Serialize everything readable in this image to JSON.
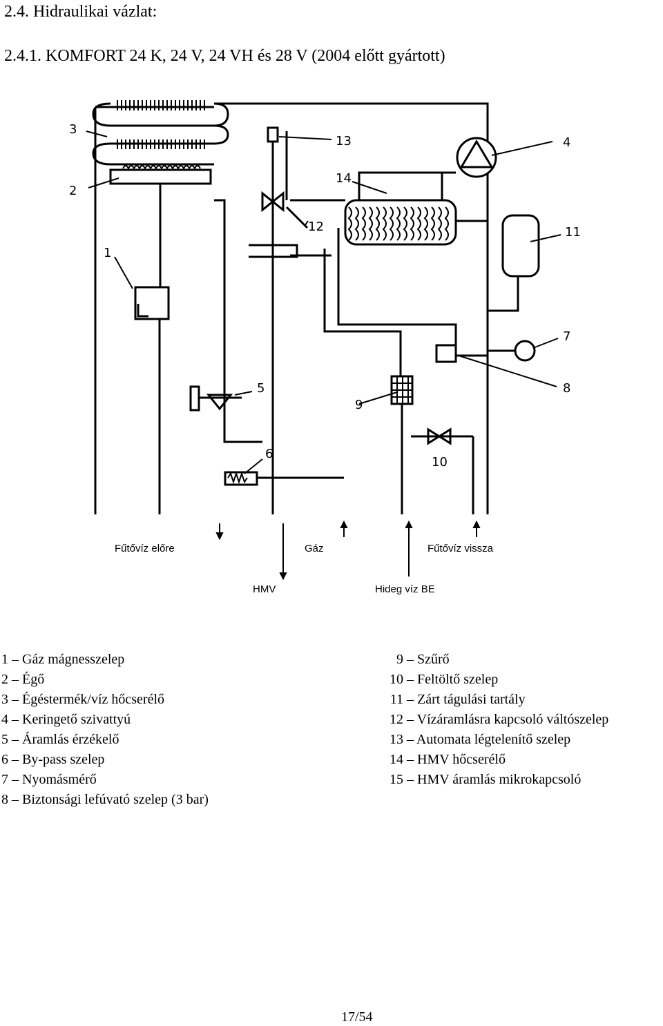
{
  "heading": {
    "section": "2.4. Hidraulikai vázlat:",
    "subsection": "2.4.1. KOMFORT 24 K, 24 V, 24 VH és 28 V (2004 előtt gyártott)"
  },
  "diagram": {
    "callouts": [
      "1",
      "2",
      "3",
      "4",
      "5",
      "6",
      "7",
      "8",
      "9",
      "10",
      "11",
      "12",
      "13",
      "14"
    ],
    "connections": {
      "futovz_elore": "Fűtővíz előre",
      "gaz": "Gáz",
      "futovz_vissza": "Fűtővíz vissza",
      "hmv": "HMV",
      "hideg_viz": "Hideg víz BE"
    }
  },
  "legend": {
    "left": [
      {
        "num": "1",
        "text": "Gáz mágnesszelep"
      },
      {
        "num": "2",
        "text": "Égő"
      },
      {
        "num": "3",
        "text": "Égéstermék/víz hőcserélő"
      },
      {
        "num": "4",
        "text": "Keringető szivattyú"
      },
      {
        "num": "5",
        "text": "Áramlás érzékelő"
      },
      {
        "num": "6",
        "text": "By-pass szelep"
      },
      {
        "num": "7",
        "text": "Nyomásmérő"
      },
      {
        "num": "8",
        "text": "Biztonsági lefúvató szelep (3 bar)"
      }
    ],
    "right": [
      {
        "num": "9",
        "text": "Szűrő"
      },
      {
        "num": "10",
        "text": "Feltöltő szelep"
      },
      {
        "num": "11",
        "text": "Zárt tágulási tartály"
      },
      {
        "num": "12",
        "text": "Vízáramlásra kapcsoló váltószelep"
      },
      {
        "num": "13",
        "text": "Automata légtelenítő szelep"
      },
      {
        "num": "14",
        "text": "HMV hőcserélő"
      },
      {
        "num": "15",
        "text": "HMV áramlás mikrokapcsoló"
      }
    ]
  },
  "page_number": "17/54"
}
